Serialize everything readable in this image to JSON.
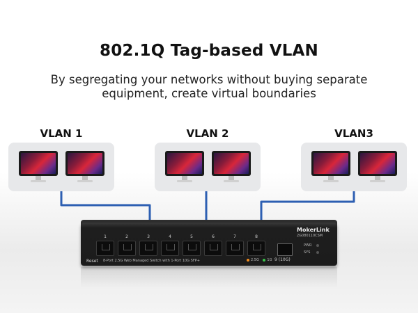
{
  "heading": {
    "title": "802.1Q Tag-based VLAN",
    "subtitle_line1": "By segregating your networks without buying separate",
    "subtitle_line2": "equipment, create virtual boundaries"
  },
  "vlans": [
    {
      "label": "VLAN 1"
    },
    {
      "label": "VLAN 2"
    },
    {
      "label": "VLAN3"
    }
  ],
  "switch": {
    "brand": "MokerLink",
    "model": "2G080110CSM",
    "reset_label": "Reset",
    "description": "8-Port 2.5G Web Managed Switch with 1-Port 10G SFP+",
    "sfp_label": "9 (10G)",
    "speed_legend_a": "2.5G",
    "speed_legend_b": "1G",
    "pwr_label": "PWR",
    "sys_label": "SYS",
    "port_numbers": [
      "1",
      "2",
      "3",
      "4",
      "5",
      "6",
      "7",
      "8"
    ],
    "colors": {
      "body": "#1c1c1c",
      "led_a": "#f28c1e",
      "led_b": "#39c24a"
    }
  },
  "colors": {
    "wire": "#2d5fb2",
    "group_bg": "#e7e8ea"
  }
}
